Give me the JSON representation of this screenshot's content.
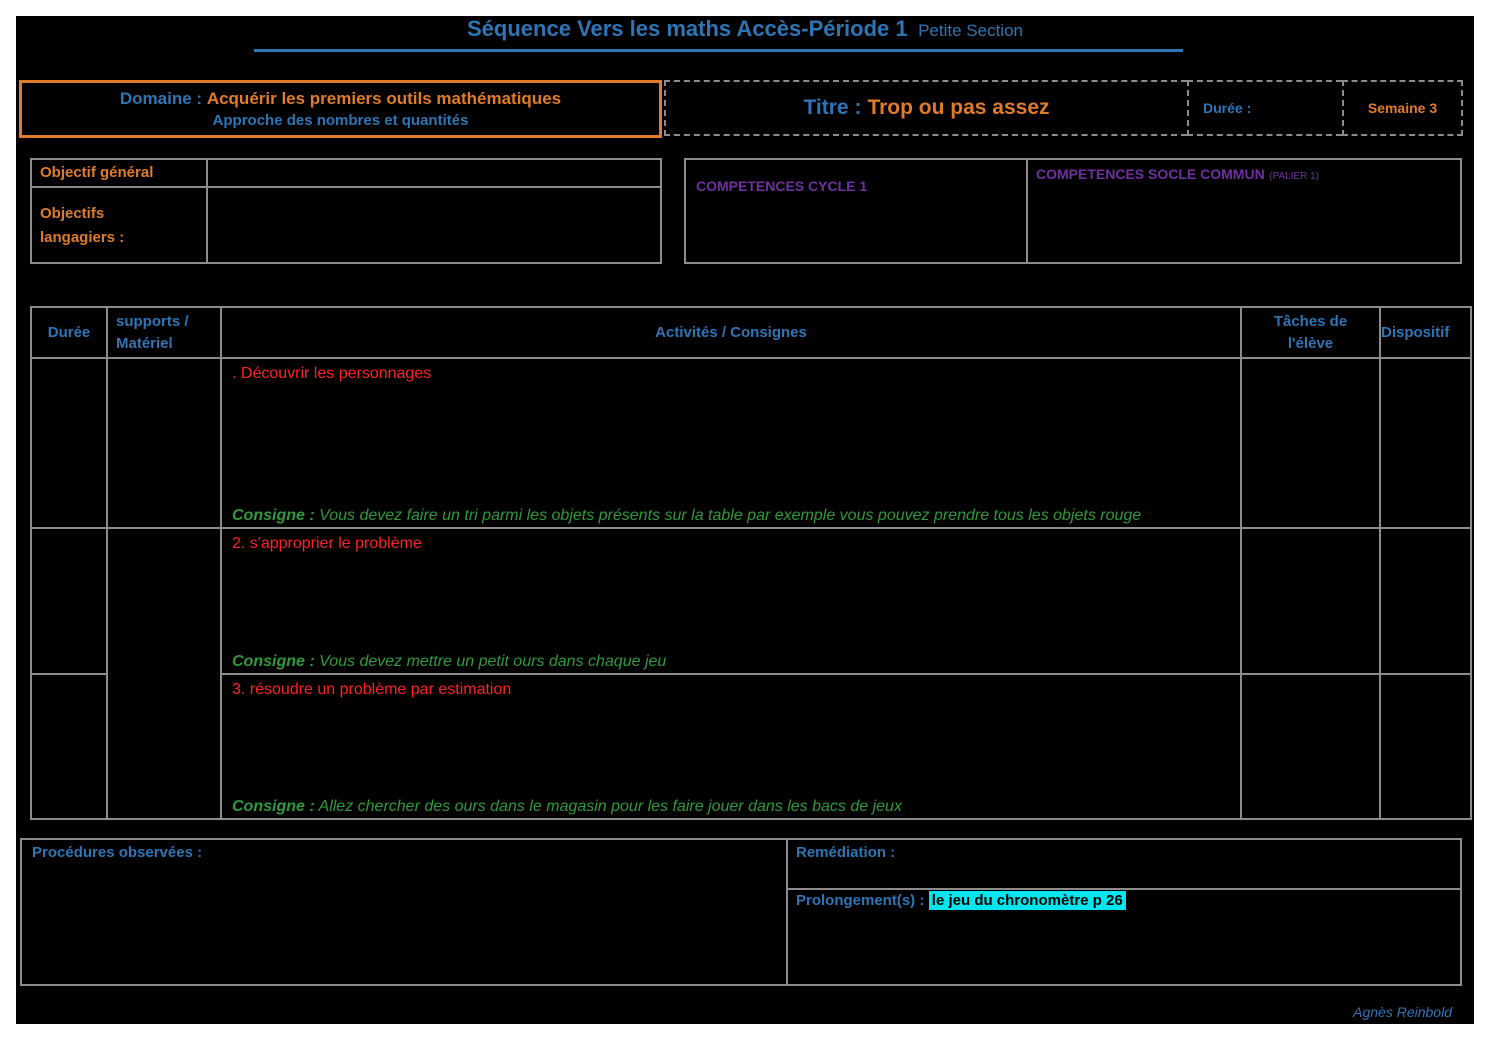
{
  "header": {
    "title": "Séquence  Vers les maths Accès-Période 1",
    "subtitle": "Petite Section"
  },
  "domain": {
    "label": "Domaine :",
    "value": "Acquérir les premiers outils mathématiques",
    "sub": "Approche des nombres et quantités"
  },
  "titre": {
    "label": "Titre :",
    "value": "Trop ou pas assez"
  },
  "duree": {
    "label": "Durée :"
  },
  "semaine": {
    "label": "Semaine 3"
  },
  "objectives": {
    "general_label": "Objectif général",
    "langagiers_label": "Objectifs langagiers :"
  },
  "competences": {
    "cycle_label": "COMPETENCES CYCLE 1",
    "socle_label": "COMPETENCES SOCLE COMMUN",
    "socle_note": "(PALIER 1)"
  },
  "table": {
    "headers": {
      "duree": "Durée",
      "supports": "supports / Matériel",
      "activites": "Activités / Consignes",
      "taches": "Tâches de l'élève",
      "dispositif": "Dispositif"
    },
    "rows": [
      {
        "activity": ". Découvrir les personnages",
        "consigne_label": "Consigne :",
        "consigne_text": " Vous devez faire un tri parmi les objets présents sur la table par exemple vous pouvez prendre tous les objets rouge"
      },
      {
        "activity": "2. s'approprier le problème",
        "consigne_label": "Consigne :",
        "consigne_text": " Vous devez mettre un petit ours dans chaque jeu"
      },
      {
        "activity": "3.  résoudre un problème par estimation",
        "consigne_label": "Consigne :",
        "consigne_text": " Allez chercher des ours dans le magasin pour les faire jouer dans les bacs de jeux"
      }
    ]
  },
  "bottom": {
    "procedures_label": "Procédures observées :",
    "remediation_label": "Remédiation :",
    "prolongement_label": "Prolongement(s) :",
    "prolongement_value": "le jeu du chronomètre p 26"
  },
  "footer": {
    "author": "Agnès Reinbold"
  },
  "colors": {
    "blue": "#2e75b6",
    "orange": "#e07b2a",
    "red": "#ff2020",
    "green": "#2e9a3a",
    "purple": "#7030a0",
    "highlight": "#00e5ee"
  }
}
